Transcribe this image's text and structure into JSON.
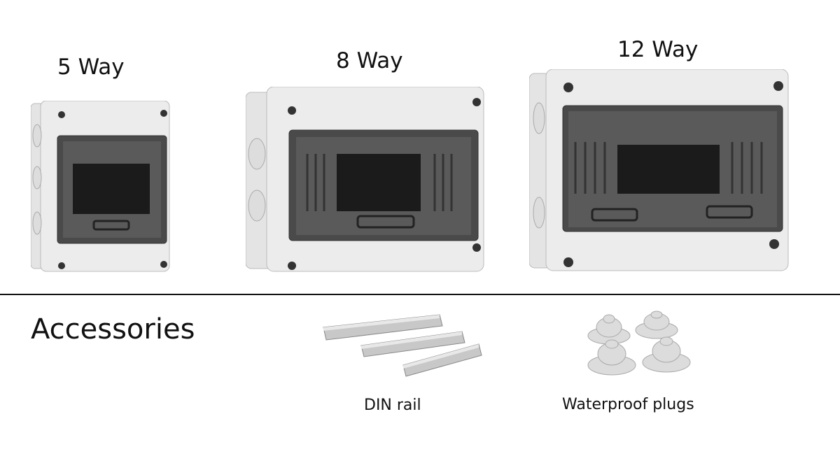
{
  "products": [
    {
      "label": "5 Way"
    },
    {
      "label": "8 Way"
    },
    {
      "label": "12 Way"
    }
  ],
  "accessories": {
    "heading": "Accessories",
    "items": [
      {
        "label": "DIN rail"
      },
      {
        "label": "Waterproof plugs"
      }
    ]
  }
}
